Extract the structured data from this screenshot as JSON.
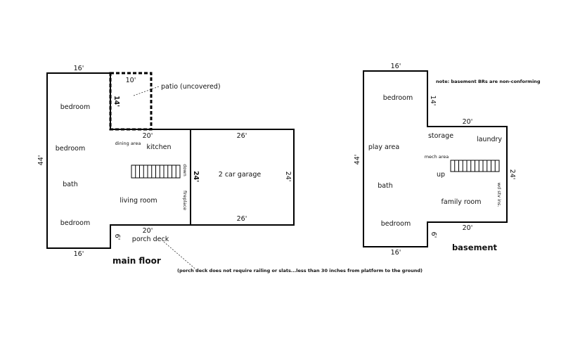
{
  "main_floor": {
    "title": "main floor",
    "dims": {
      "top": "16'",
      "bottom": "16'",
      "left": "44'",
      "patio_top": "10'",
      "patio_side": "14'",
      "kitchen_top": "20'",
      "porch_top": "20'",
      "porch_side": "6'",
      "wall_24": "24'",
      "garage_top": "26'",
      "garage_bottom": "26'",
      "garage_right": "24'"
    },
    "rooms": {
      "bedroom1": "bedroom",
      "bedroom2": "bedroom",
      "bath": "bath",
      "bedroom3": "bedroom",
      "dining": "dining area",
      "kitchen": "kitchen",
      "living": "living room",
      "garage": "2 car garage",
      "porch": "porch deck",
      "patio": "patio (uncovered)",
      "down": "down",
      "fireplace": "fireplace"
    },
    "porch_note": "(porch deck does not require railing or slats...less than 30 inches from platform to the ground)"
  },
  "basement": {
    "title": "basement",
    "note": "note: basement BRs are non-conforming",
    "dims": {
      "top": "16'",
      "bottom": "16'",
      "left": "44'",
      "side_14": "14'",
      "top_20": "20'",
      "bottom_20": "20'",
      "side_6": "6'",
      "right": "24'"
    },
    "rooms": {
      "bedroom1": "bedroom",
      "play": "play area",
      "bath": "bath",
      "bedroom2": "bedroom",
      "storage": "storage",
      "laundry": "laundry",
      "mech": "mech area",
      "up": "up",
      "family": "family room",
      "wdstv": "wd stv ins."
    }
  }
}
